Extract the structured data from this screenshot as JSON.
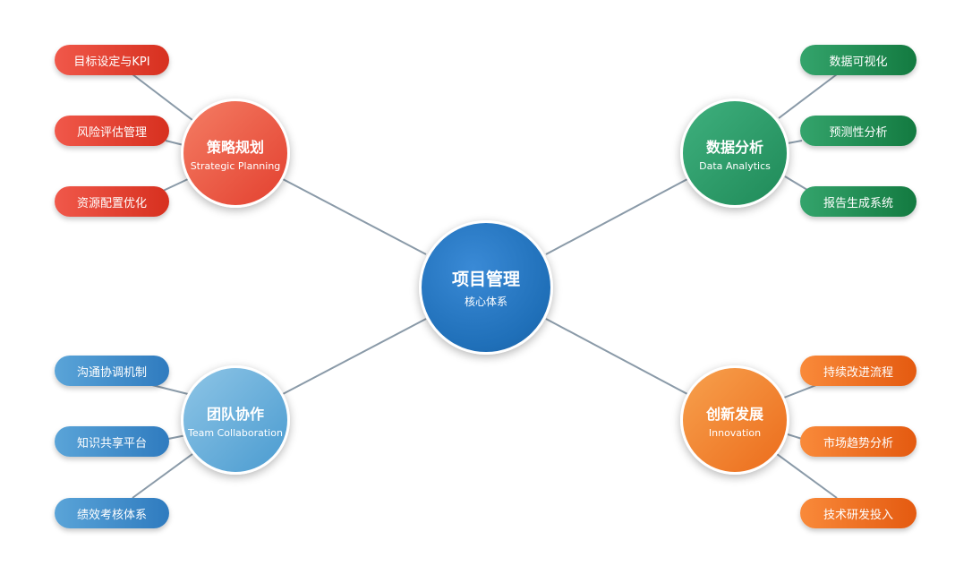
{
  "center": {
    "title": "项目管理",
    "subtitle": "核心体系"
  },
  "branches": [
    {
      "title": "策略规划",
      "subtitle": "Strategic Planning",
      "items": [
        "目标设定与KPI",
        "风险评估管理",
        "资源配置优化"
      ],
      "color": "#e3402f"
    },
    {
      "title": "数据分析",
      "subtitle": "Data Analytics",
      "items": [
        "数据可视化",
        "预测性分析",
        "报告生成系统"
      ],
      "color": "#1f8a58"
    },
    {
      "title": "团队协作",
      "subtitle": "Team Collaboration",
      "items": [
        "沟通协调机制",
        "知识共享平台",
        "绩效考核体系"
      ],
      "color": "#4a9bd0"
    },
    {
      "title": "创新发展",
      "subtitle": "Innovation",
      "items": [
        "持续改进流程",
        "市场趋势分析",
        "技术研发投入"
      ],
      "color": "#ec6c1b"
    }
  ],
  "line_color": "#8a9aa8"
}
